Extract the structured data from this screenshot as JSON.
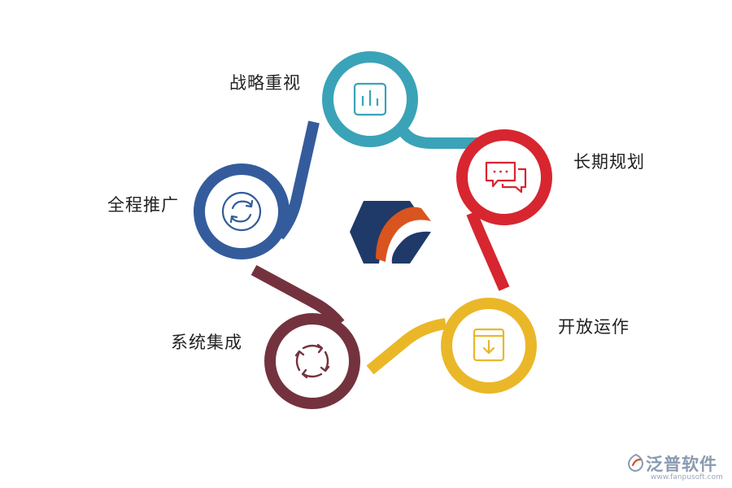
{
  "nodes": [
    {
      "key": "top",
      "label": "战略重视",
      "color": "#3aa3b8",
      "icon": "bar-chart-icon"
    },
    {
      "key": "right",
      "label": "长期规划",
      "color": "#d7262f",
      "icon": "chat-bubbles-icon"
    },
    {
      "key": "bright",
      "label": "开放运作",
      "color": "#eab728",
      "icon": "download-box-icon"
    },
    {
      "key": "bleft",
      "label": "系统集成",
      "color": "#74323f",
      "icon": "cycle-arrows-icon"
    },
    {
      "key": "left",
      "label": "全程推广",
      "color": "#345c9c",
      "icon": "sync-icon"
    }
  ],
  "center_logo": {
    "icon": "hexagon-logo-icon",
    "colors": [
      "#1f3a68",
      "#d9541e"
    ]
  },
  "watermark": {
    "title": "泛普软件",
    "url": "www.fanpusoft.com",
    "color": "#8a9bb0"
  }
}
